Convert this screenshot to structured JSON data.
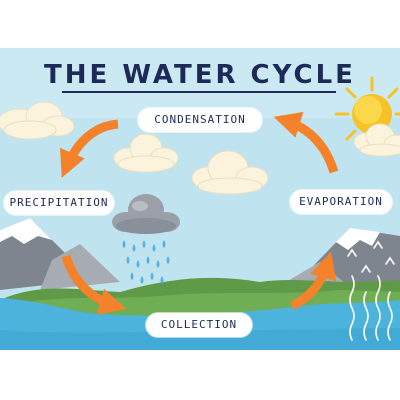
{
  "title": "THE WATER CYCLE",
  "stages": {
    "condensation": "CONDENSATION",
    "precipitation": "PRECIPITATION",
    "evaporation": "EVAPORATION",
    "collection": "COLLECTION"
  },
  "colors": {
    "sky": "#bfe3ef",
    "arrow": "#f4822b",
    "title": "#1d2a57",
    "sun": "#f7c227",
    "water": "#4bb3dc",
    "grass": "#5f9a48",
    "mountain": "#9aa0a8",
    "cloud": "#fbf3dc"
  }
}
